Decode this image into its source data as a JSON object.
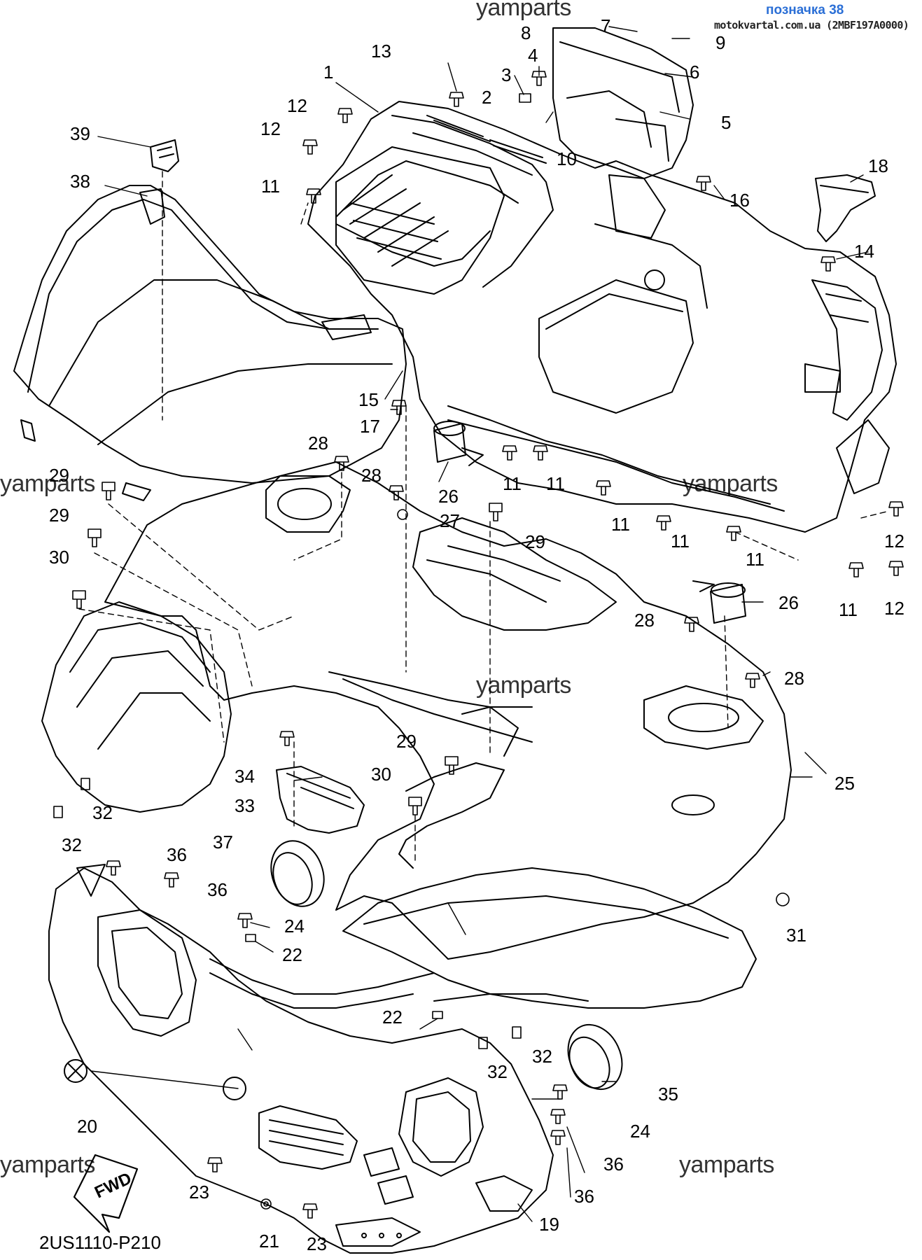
{
  "header": {
    "badge": "позначка 38",
    "source": "motokvartal.com.ua (2MBF197A0000)"
  },
  "watermark": "yamparts",
  "diagram_code": "2US1110-P210",
  "fwd_label": "FWD",
  "callouts": [
    {
      "id": "c1",
      "text": "1"
    },
    {
      "id": "c2",
      "text": "2"
    },
    {
      "id": "c3",
      "text": "3"
    },
    {
      "id": "c4",
      "text": "4"
    },
    {
      "id": "c5",
      "text": "5"
    },
    {
      "id": "c6",
      "text": "6"
    },
    {
      "id": "c7",
      "text": "7"
    },
    {
      "id": "c8",
      "text": "8"
    },
    {
      "id": "c9",
      "text": "9"
    },
    {
      "id": "c10",
      "text": "10"
    },
    {
      "id": "c11a",
      "text": "11"
    },
    {
      "id": "c11b",
      "text": "11"
    },
    {
      "id": "c11c",
      "text": "11"
    },
    {
      "id": "c11d",
      "text": "11"
    },
    {
      "id": "c11e",
      "text": "11"
    },
    {
      "id": "c11f",
      "text": "11"
    },
    {
      "id": "c11g",
      "text": "11"
    },
    {
      "id": "c12a",
      "text": "12"
    },
    {
      "id": "c12b",
      "text": "12"
    },
    {
      "id": "c12c",
      "text": "12"
    },
    {
      "id": "c12d",
      "text": "12"
    },
    {
      "id": "c13",
      "text": "13"
    },
    {
      "id": "c14",
      "text": "14"
    },
    {
      "id": "c15",
      "text": "15"
    },
    {
      "id": "c16",
      "text": "16"
    },
    {
      "id": "c17",
      "text": "17"
    },
    {
      "id": "c18",
      "text": "18"
    },
    {
      "id": "c19",
      "text": "19"
    },
    {
      "id": "c20",
      "text": "20"
    },
    {
      "id": "c21",
      "text": "21"
    },
    {
      "id": "c22a",
      "text": "22"
    },
    {
      "id": "c22b",
      "text": "22"
    },
    {
      "id": "c23a",
      "text": "23"
    },
    {
      "id": "c23b",
      "text": "23"
    },
    {
      "id": "c24a",
      "text": "24"
    },
    {
      "id": "c24b",
      "text": "24"
    },
    {
      "id": "c25",
      "text": "25"
    },
    {
      "id": "c26a",
      "text": "26"
    },
    {
      "id": "c26b",
      "text": "26"
    },
    {
      "id": "c27",
      "text": "27"
    },
    {
      "id": "c28a",
      "text": "28"
    },
    {
      "id": "c28b",
      "text": "28"
    },
    {
      "id": "c28c",
      "text": "28"
    },
    {
      "id": "c28d",
      "text": "28"
    },
    {
      "id": "c29a",
      "text": "29"
    },
    {
      "id": "c29b",
      "text": "29"
    },
    {
      "id": "c29c",
      "text": "29"
    },
    {
      "id": "c29d",
      "text": "29"
    },
    {
      "id": "c30a",
      "text": "30"
    },
    {
      "id": "c30b",
      "text": "30"
    },
    {
      "id": "c31",
      "text": "31"
    },
    {
      "id": "c32a",
      "text": "32"
    },
    {
      "id": "c32b",
      "text": "32"
    },
    {
      "id": "c32c",
      "text": "32"
    },
    {
      "id": "c32d",
      "text": "32"
    },
    {
      "id": "c33",
      "text": "33"
    },
    {
      "id": "c34",
      "text": "34"
    },
    {
      "id": "c35",
      "text": "35"
    },
    {
      "id": "c36a",
      "text": "36"
    },
    {
      "id": "c36b",
      "text": "36"
    },
    {
      "id": "c36c",
      "text": "36"
    },
    {
      "id": "c36d",
      "text": "36"
    },
    {
      "id": "c37",
      "text": "37"
    },
    {
      "id": "c38",
      "text": "38"
    },
    {
      "id": "c39",
      "text": "39"
    }
  ]
}
